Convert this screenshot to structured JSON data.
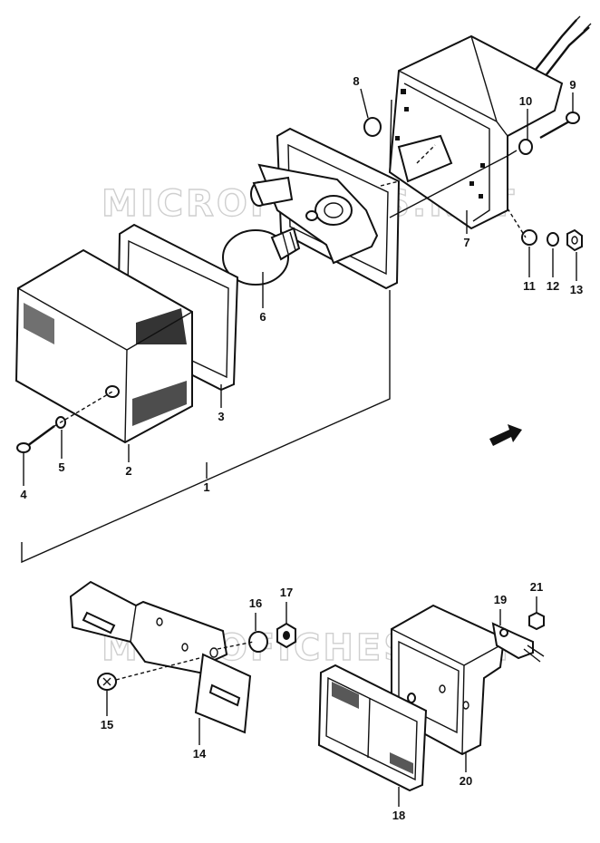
{
  "watermark": "MICROFICHES.NET",
  "labels": {
    "p1": "1",
    "p2": "2",
    "p3": "3",
    "p4": "4",
    "p5": "5",
    "p6": "6",
    "p7": "7",
    "p8": "8",
    "p9": "9",
    "p10": "10",
    "p11": "11",
    "p12": "12",
    "p13": "13",
    "p14": "14",
    "p15": "15",
    "p16": "16",
    "p17": "17",
    "p18": "18",
    "p19": "19",
    "p20": "20",
    "p21": "21"
  },
  "icons": {
    "direction": "front-arrow-icon"
  }
}
